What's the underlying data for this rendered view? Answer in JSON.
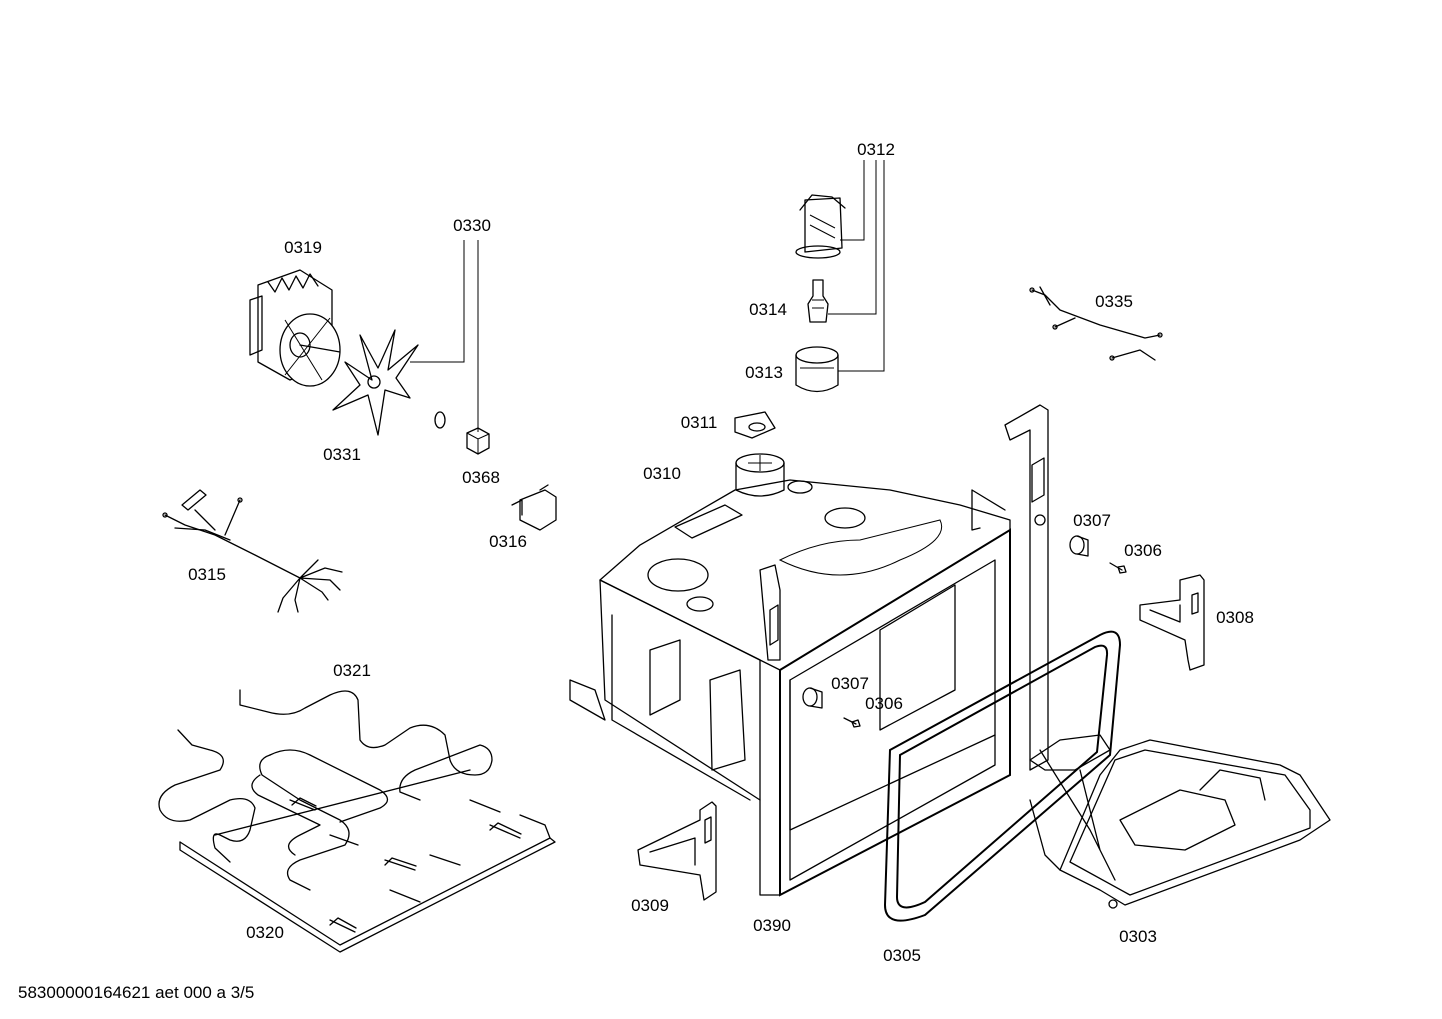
{
  "labels": {
    "p0312": "0312",
    "p0330": "0330",
    "p0319": "0319",
    "p0335": "0335",
    "p0314": "0314",
    "p0313": "0313",
    "p0311": "0311",
    "p0331": "0331",
    "p0368": "0368",
    "p0310": "0310",
    "p0316": "0316",
    "p0307a": "0307",
    "p0306a": "0306",
    "p0315": "0315",
    "p0308": "0308",
    "p0321": "0321",
    "p0307b": "0307",
    "p0306b": "0306",
    "p0309": "0309",
    "p0390": "0390",
    "p0320": "0320",
    "p0305": "0305",
    "p0303": "0303"
  },
  "footer": "58300000164621 aet 000 a 3/5"
}
